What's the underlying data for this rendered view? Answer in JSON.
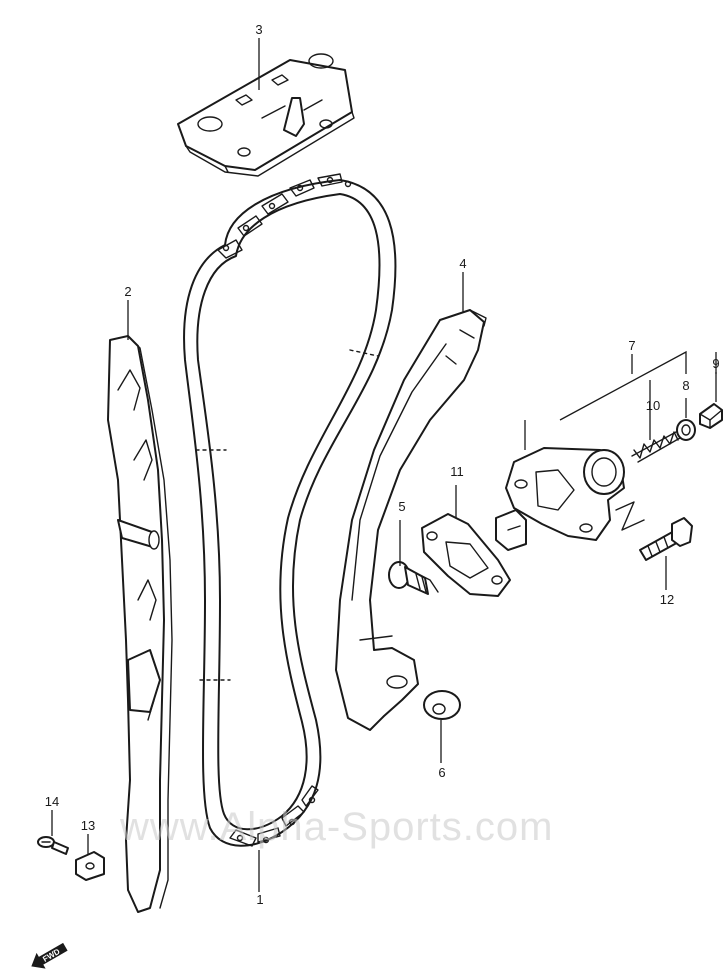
{
  "callouts": {
    "p1": "1",
    "p2": "2",
    "p3": "3",
    "p4": "4",
    "p5": "5",
    "p6": "6",
    "p7": "7",
    "p8": "8",
    "p9": "9",
    "p10": "10",
    "p11": "11",
    "p12": "12",
    "p13": "13",
    "p14": "14"
  },
  "watermark": "www.Alpha-Sports.com",
  "fwd_label": "FWD"
}
